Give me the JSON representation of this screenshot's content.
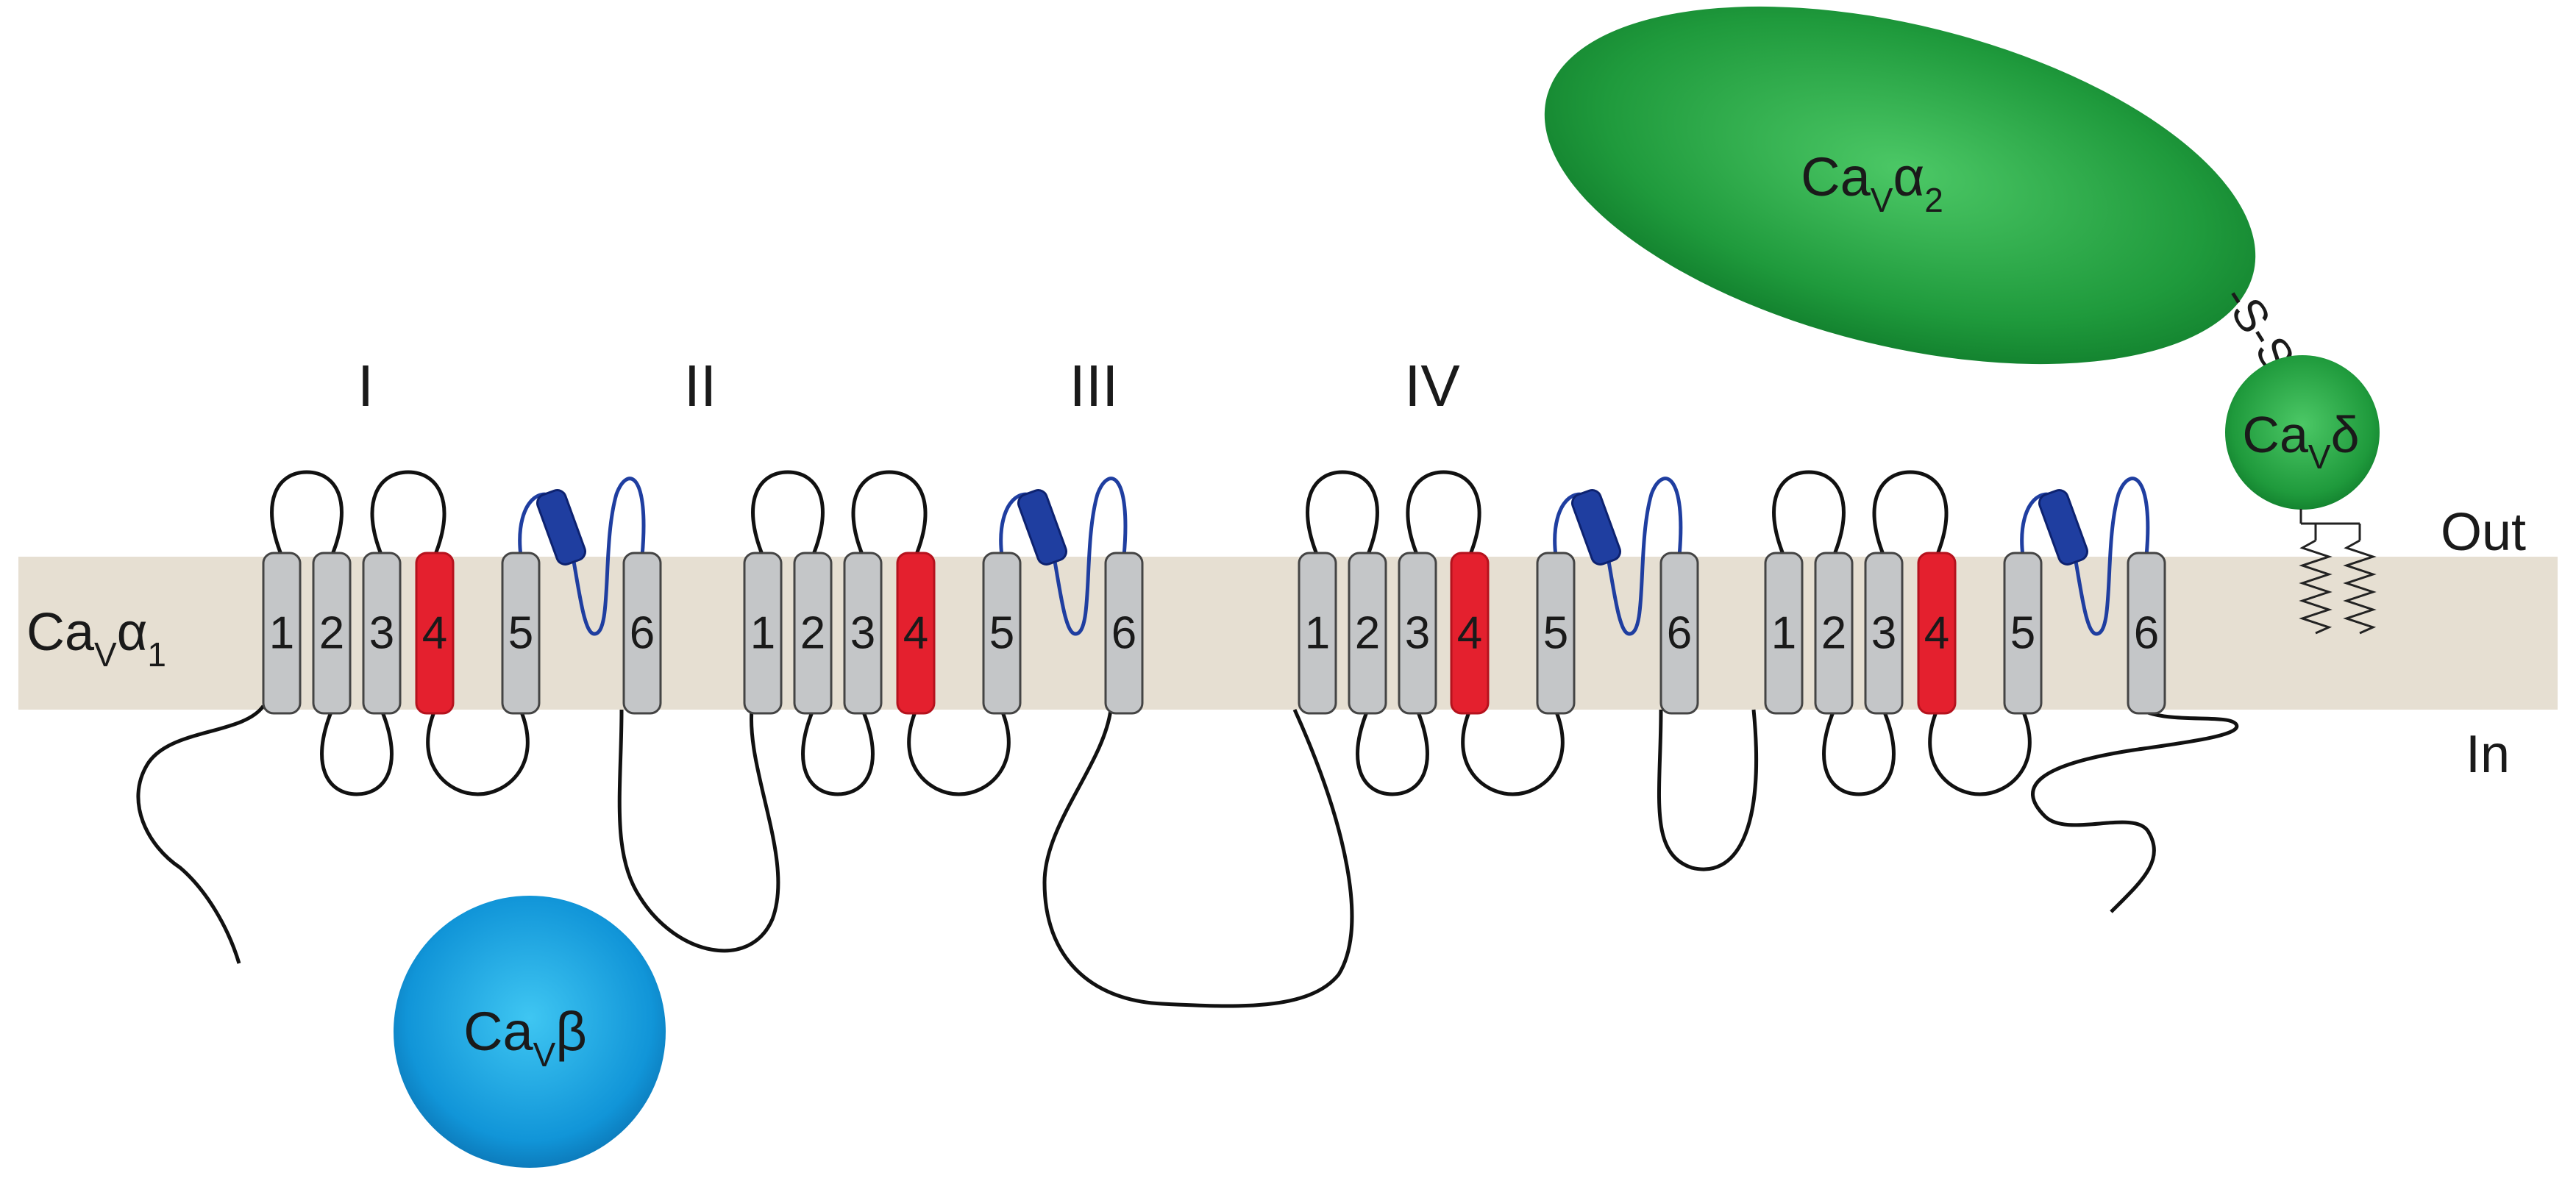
{
  "domains": [
    "I",
    "II",
    "III",
    "IV"
  ],
  "segment_labels": [
    "1",
    "2",
    "3",
    "4",
    "5",
    "6"
  ],
  "side_labels": {
    "out": "Out",
    "in": "In"
  },
  "disulfide": "-S-S-",
  "subunits": {
    "alpha1": {
      "base": "Ca",
      "sub": "V",
      "suffix": "α",
      "suffix_sub": "1"
    },
    "alpha2": {
      "base": "Ca",
      "sub": "V",
      "suffix": "α",
      "suffix_sub": "2"
    },
    "delta": {
      "base": "Ca",
      "sub": "V",
      "suffix": "δ"
    },
    "beta": {
      "base": "Ca",
      "sub": "V",
      "suffix": "β"
    }
  },
  "colors": {
    "membrane": "#e6dfd2",
    "segment_grey": "#c4c6c8",
    "voltage_sensor_red": "#e4202e",
    "pore_helix_blue": "#1f3ea0",
    "alpha2_delta_green": "#1f9a3c",
    "beta_blue": "#1195d8"
  }
}
